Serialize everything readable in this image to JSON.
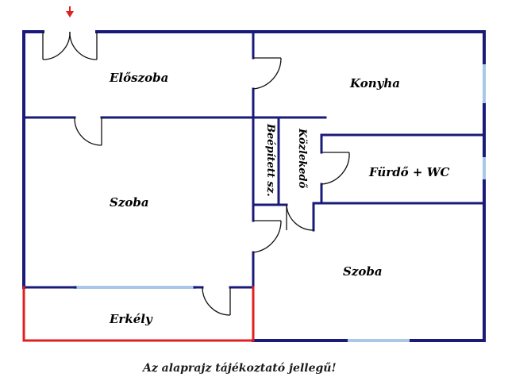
{
  "floorplan": {
    "rooms": {
      "eloszoba": "Előszoba",
      "konyha": "Konyha",
      "szoba_left": "Szoba",
      "beepitett": "Beépített sz.",
      "kozlekedo": "Közlekedő",
      "furdo": "Fürdő + WC",
      "szoba_right": "Szoba",
      "erkely": "Erkély"
    },
    "note": "Az alaprajz tájékoztató jellegű!",
    "colors": {
      "wall": "#1a1a7a",
      "window": "#a9c8e8",
      "balcony": "#e02020",
      "entrance_arrow": "#e02020",
      "door_arc": "#111111"
    },
    "icons": {
      "entrance": "entrance-arrow-icon"
    }
  }
}
